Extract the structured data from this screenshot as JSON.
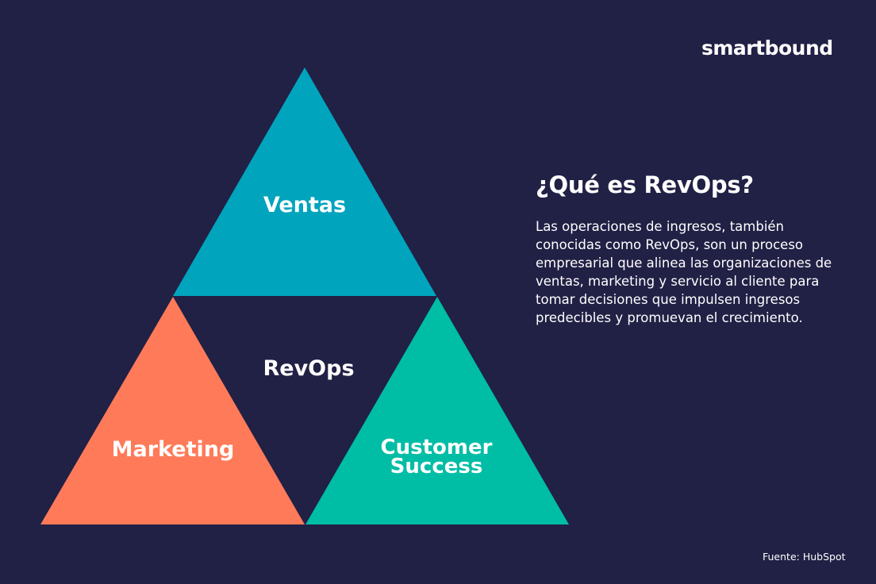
{
  "brand": {
    "logo_text": "smartbound"
  },
  "colors": {
    "background": "#212045",
    "ventas": "#00A4BD",
    "marketing": "#FF7A59",
    "customer_success": "#00BDA5",
    "text": "#FFFFFF"
  },
  "diagram": {
    "center_label": "RevOps",
    "triangles": [
      {
        "label": "Ventas",
        "color": "#00A4BD",
        "position": "top"
      },
      {
        "label": "Marketing",
        "color": "#FF7A59",
        "position": "bottom-left"
      },
      {
        "label_line1": "Customer",
        "label_line2": "Success",
        "color": "#00BDA5",
        "position": "bottom-right"
      }
    ]
  },
  "content": {
    "title": "¿Qué es RevOps?",
    "description": "Las operaciones de ingresos, también conocidas como RevOps, son un proceso empresarial que alinea las organizaciones de ventas, marketing y servicio al cliente para tomar decisiones que impulsen ingresos predecibles y promuevan el crecimiento."
  },
  "footer": {
    "source": "Fuente: HubSpot"
  }
}
